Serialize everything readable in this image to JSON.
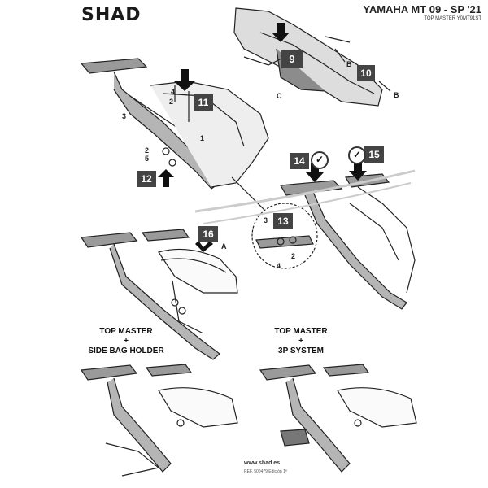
{
  "header": {
    "brand": "SHAD",
    "model": "YAMAHA MT 09 - SP '21",
    "product_ref": "TOP MASTER Y0MT91ST"
  },
  "steps": {
    "s9": "9",
    "s10": "10",
    "s11": "11",
    "s12": "12",
    "s13": "13",
    "s14": "14",
    "s15": "15",
    "s16": "16"
  },
  "checks": {
    "c14": "✓",
    "c15": "✓"
  },
  "part_labels": {
    "b1": "B",
    "b2": "B",
    "c": "C",
    "a": "A",
    "n1": "1",
    "n2a": "2",
    "n2b": "2",
    "n2c": "2",
    "n3a": "3",
    "n3b": "3",
    "n4a": "4",
    "n4b": "4",
    "n5": "5"
  },
  "combos": {
    "left_line1": "TOP MASTER",
    "left_plus": "+",
    "left_line2": "SIDE BAG HOLDER",
    "right_line1": "TOP MASTER",
    "right_plus": "+",
    "right_line2": "3P SYSTEM"
  },
  "footer": {
    "website": "www.shad.es",
    "edition": "REF. 500479 Edición 1ª"
  },
  "colors": {
    "step_box": "#444444",
    "line_art": "#222222",
    "rack_fill": "#9a9a9a"
  }
}
